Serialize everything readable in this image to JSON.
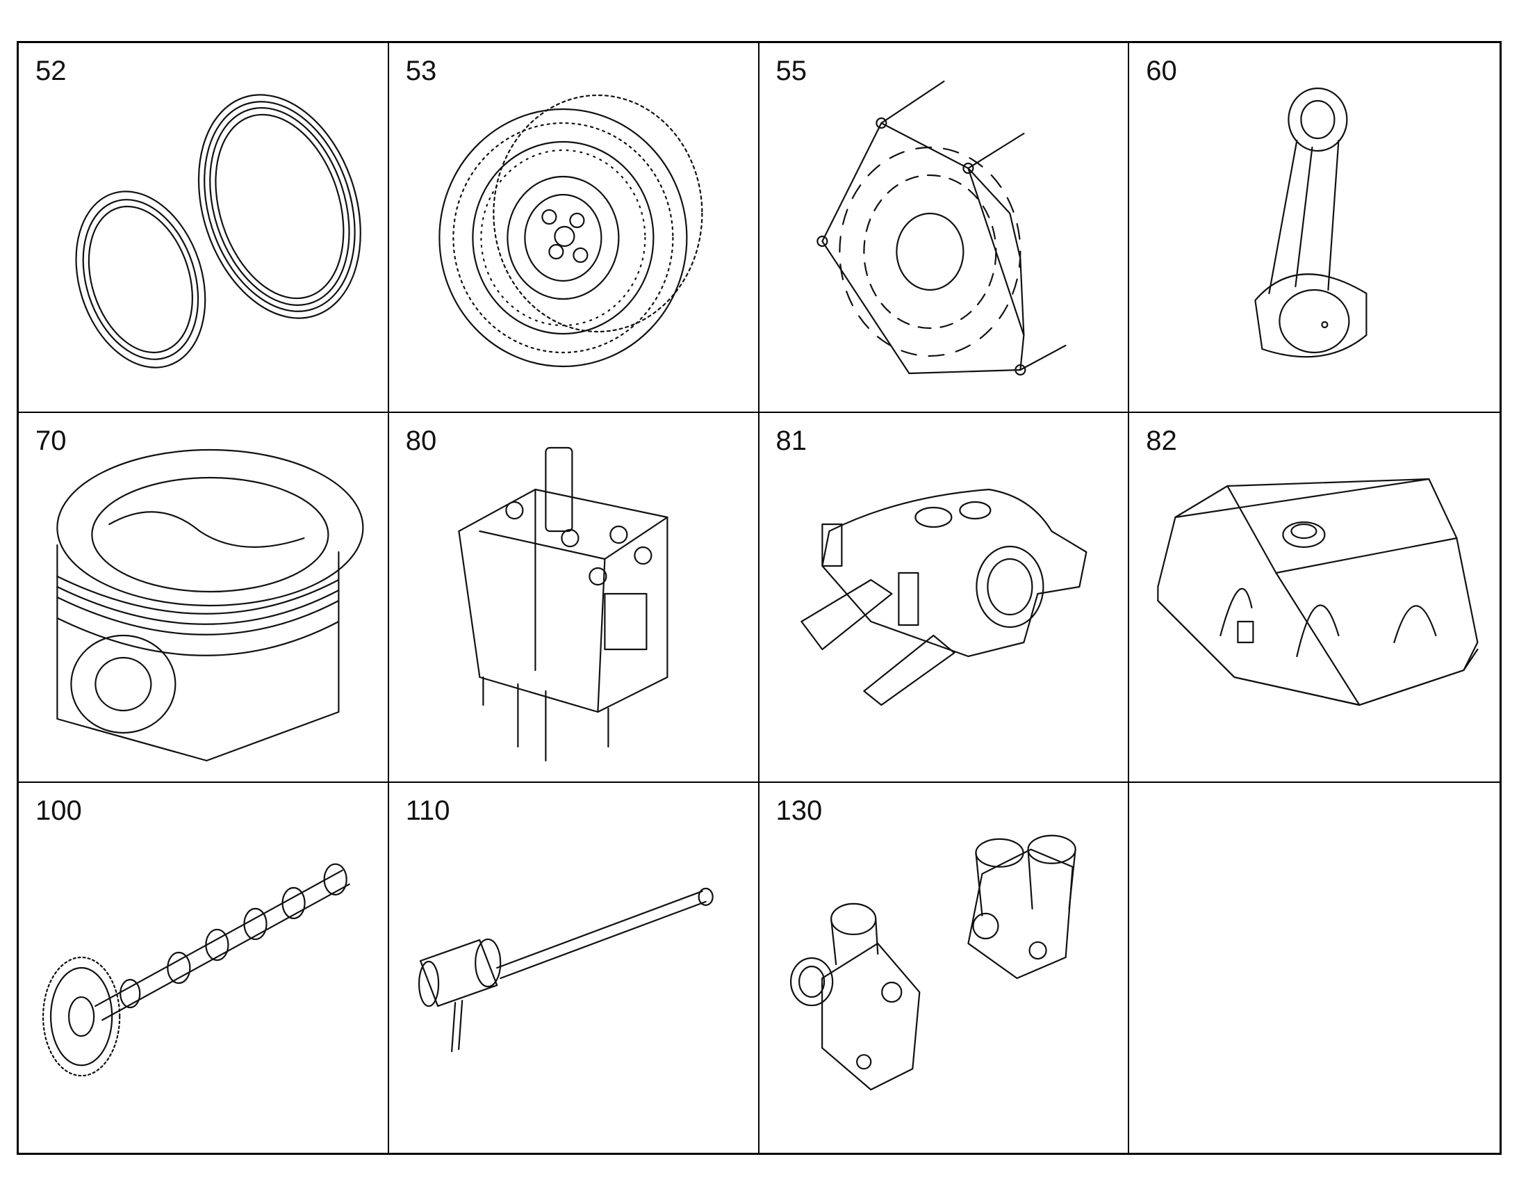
{
  "cells": [
    {
      "number": "52",
      "icon": "seal-rings-icon"
    },
    {
      "number": "53",
      "icon": "flywheel-icon"
    },
    {
      "number": "55",
      "icon": "cover-plate-icon"
    },
    {
      "number": "60",
      "icon": "connecting-rod-icon"
    },
    {
      "number": "70",
      "icon": "piston-icon"
    },
    {
      "number": "80",
      "icon": "cylinder-head-icon"
    },
    {
      "number": "81",
      "icon": "rocker-arm-icon"
    },
    {
      "number": "82",
      "icon": "valve-cover-icon"
    },
    {
      "number": "100",
      "icon": "camshaft-icon"
    },
    {
      "number": "110",
      "icon": "injector-sleeve-tool-icon"
    },
    {
      "number": "130",
      "icon": "oil-filter-housing-icon"
    },
    {
      "number": "",
      "icon": ""
    }
  ]
}
